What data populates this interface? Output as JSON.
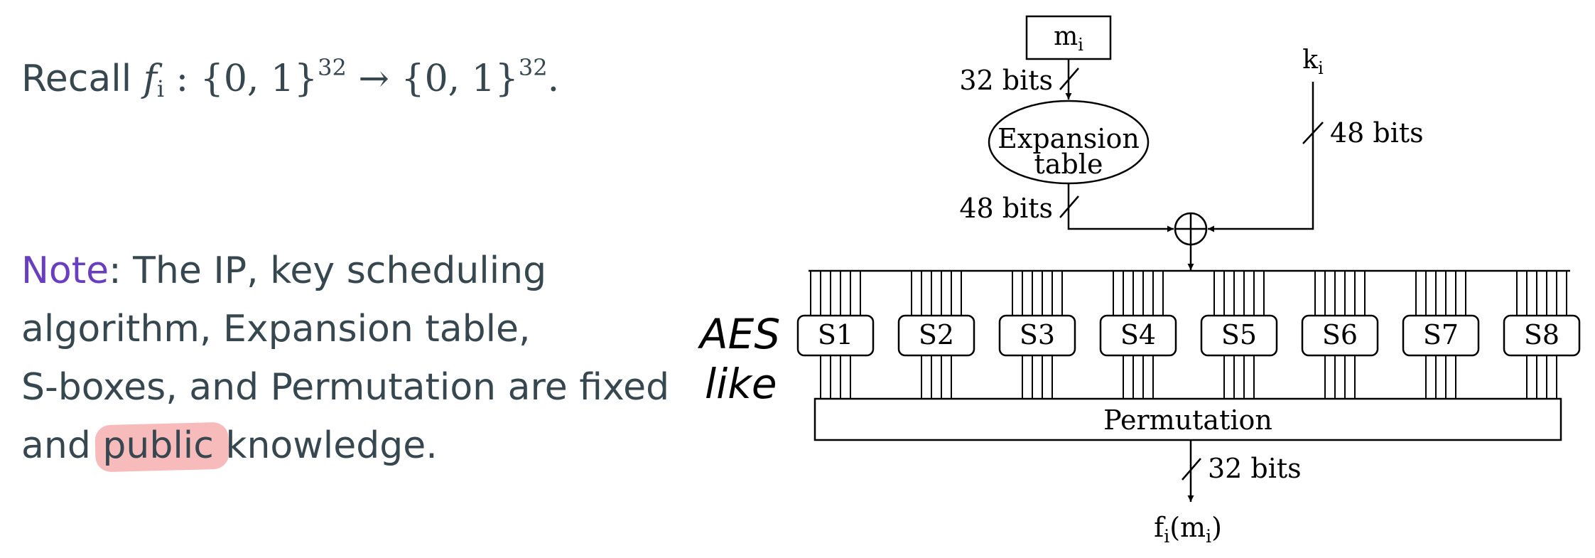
{
  "recall": {
    "prefix": "Recall ",
    "f": "f",
    "i": "i",
    "colon": " : {0, 1}",
    "exp1": "32",
    "arrow": " → {0, 1}",
    "exp2": "32",
    "period": "."
  },
  "note": {
    "label": "Note",
    "line1": ": The IP, key scheduling",
    "line2": "algorithm, Expansion table,",
    "line3": "S-boxes, and Permutation are fixed",
    "line4_pre": "and ",
    "line4_highlight": "public",
    "line4_post": " knowledge."
  },
  "annotation": {
    "line1": "AES",
    "line2": "like"
  },
  "diagram": {
    "m_input": {
      "base": "m",
      "sub": "i"
    },
    "k_input": {
      "base": "k",
      "sub": "i"
    },
    "label_32_top": "32 bits",
    "expansion_line1": "Expansion",
    "expansion_line2": "table",
    "label_48_left": "48 bits",
    "label_48_right": "48 bits",
    "xor_symbol": "⊕",
    "sboxes": [
      "S1",
      "S2",
      "S3",
      "S4",
      "S5",
      "S6",
      "S7",
      "S8"
    ],
    "permutation": "Permutation",
    "label_32_bottom": "32 bits",
    "output": {
      "f": "f",
      "f_sub": "i",
      "open": "(",
      "m": "m",
      "m_sub": "i",
      "close": ")"
    }
  }
}
